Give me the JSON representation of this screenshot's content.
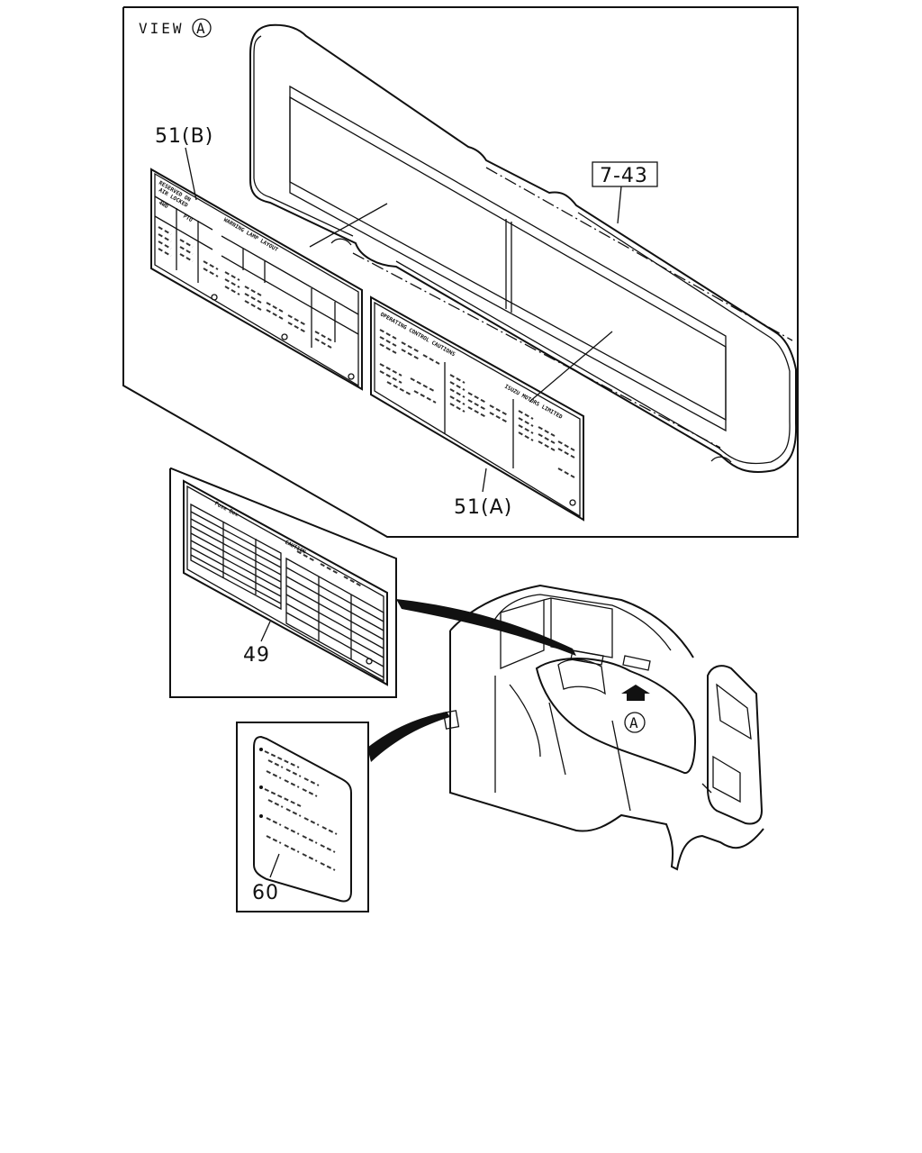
{
  "view_label": {
    "text": "VIEW",
    "circle_letter": "A"
  },
  "parts": {
    "p7_43": "7-43",
    "p51b": "51(B)",
    "p51a": "51(A)",
    "p49": "49",
    "p60": "60",
    "arrow_marker": "A"
  },
  "label_51b": {
    "heading": "WARNING LAMP LAYOUT",
    "col_a": "4WD",
    "col_b": "PTO"
  },
  "label_51a": {
    "heading": "OPERATING CONTROL CAUTIONS",
    "footer": "ISUZU MOTORS LIMITED"
  },
  "label_49": {
    "heading_left": "Fuse Box",
    "heading_right": "CAUTION"
  }
}
